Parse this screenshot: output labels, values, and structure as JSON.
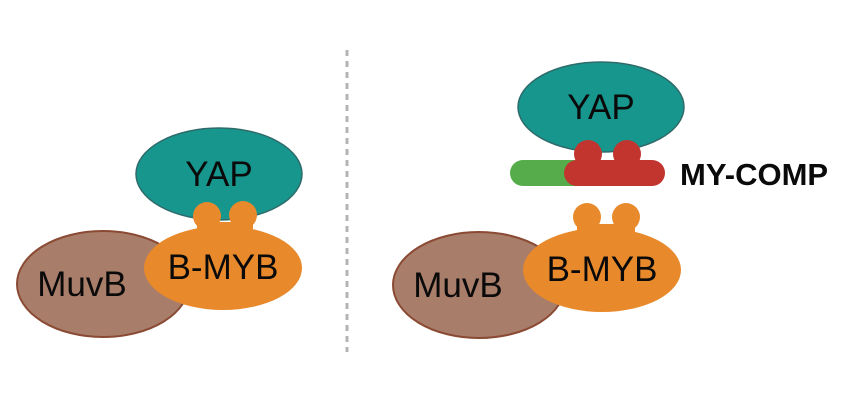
{
  "colors": {
    "muvb_fill": "#a87d6a",
    "muvb_stroke": "#8a4a33",
    "yap_fill": "#17968e",
    "yap_stroke": "#2e6b6a",
    "bmyb_fill": "#e8892b",
    "mycomp_green": "#56ab4a",
    "mycomp_red": "#c1352e",
    "divider": "#b4b4b4"
  },
  "left_panel": {
    "yap_label": "YAP",
    "bmyb_label": "B-MYB",
    "muvb_label": "MuvB"
  },
  "right_panel": {
    "yap_label": "YAP",
    "mycomp_label": "MY-COMP",
    "bmyb_label": "B-MYB",
    "muvb_label": "MuvB"
  }
}
